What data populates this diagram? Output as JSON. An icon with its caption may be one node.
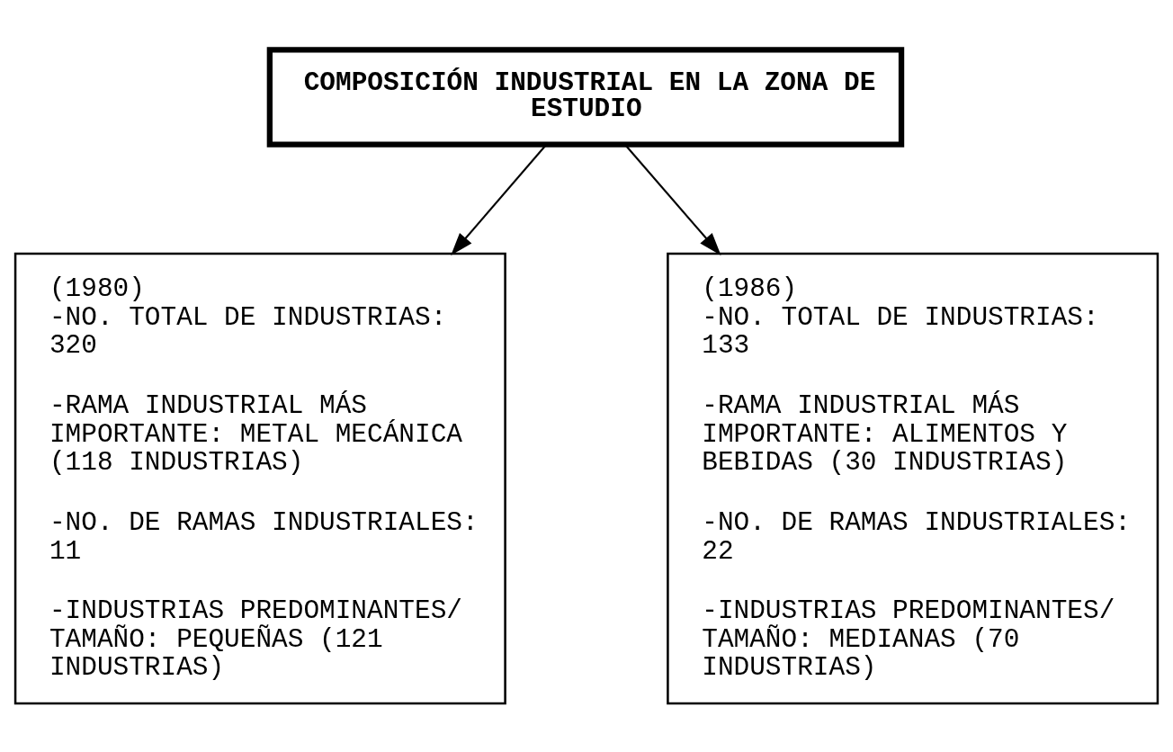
{
  "diagram": {
    "nodes": [
      {
        "text": [
          "COMPOSICIÓN INDUSTRIAL EN LA ZONA DE ESTUDIO"
        ]
      },
      {
        "text": [
          "(1980)",
          "-NO. TOTAL DE INDUSTRIAS: 320",
          "-RAMA INDUSTRIAL MÁS IMPORTANTE: METAL MECÁNICA (118 INDUSTRIAS)",
          "-NO. DE RAMAS INDUSTRIALES: 11",
          "-INDUSTRIAS PREDOMINANTES/ TAMAÑO: PEQUEÑAS (121 INDUSTRIAS)"
        ]
      },
      {
        "text": [
          "(1986)",
          "-NO. TOTAL DE INDUSTRIAS: 133",
          "-RAMA INDUSTRIAL MÁS IMPORTANTE: ALIMENTOS Y BEBIDAS (30 INDUSTRIAS)",
          "-NO. DE RAMAS INDUSTRIALES: 22",
          "-INDUSTRIAS PREDOMINANTES/ TAMAÑO: MEDIANAS (70 INDUSTRIAS)"
        ]
      }
    ],
    "edges": [
      {
        "from": 0,
        "to": 1,
        "arrow": "to"
      },
      {
        "from": 0,
        "to": 2,
        "arrow": "to"
      }
    ]
  }
}
